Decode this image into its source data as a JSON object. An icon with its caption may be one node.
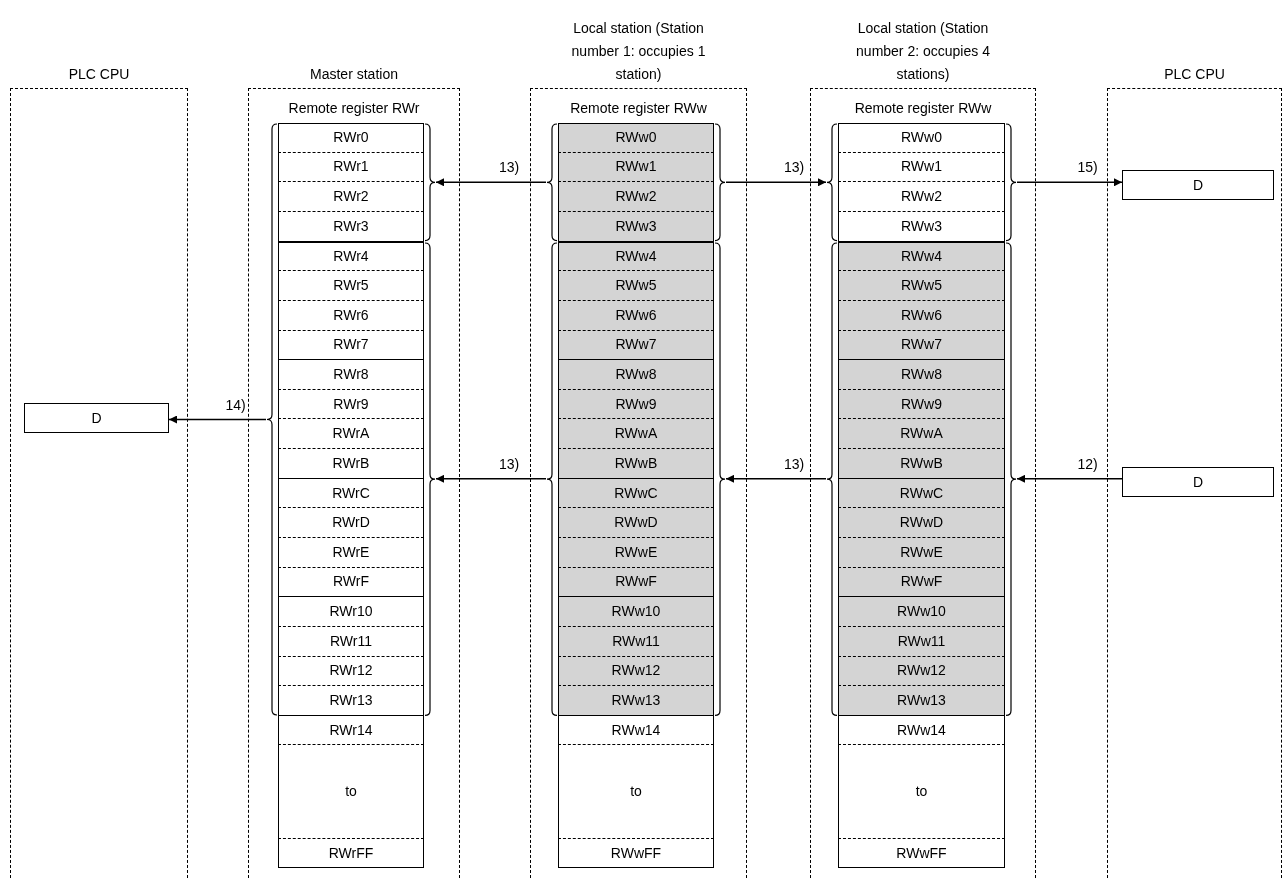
{
  "diagram": {
    "nodes": [
      {
        "text": [
          "PLC CPU"
        ]
      },
      {
        "text": [
          "D"
        ],
        "in": 0
      },
      {
        "text": [
          "Master station",
          "Remote register RWr"
        ]
      },
      {
        "text": [],
        "shape": "box",
        "in": 2
      },
      {
        "text": [
          "RWr0",
          "RWr1",
          "RWr2",
          "RWr3"
        ],
        "in": 3
      },
      {
        "text": [
          "RWr4",
          "RWr5",
          "RWr6",
          "RWr7",
          "RWr8",
          "RWr9",
          "RWrA",
          "RWrB",
          "RWrC",
          "RWrD",
          "RWrE",
          "RWrF",
          "RWr10",
          "RWr11",
          "RWr12",
          "RWr13"
        ],
        "in": 3
      },
      {
        "text": [
          "RWr14",
          "to",
          "RWrFF"
        ],
        "in": 2
      },
      {
        "text": [
          "Local station (Station number 1: occupies 1 station)",
          "Remote register RWw"
        ]
      },
      {
        "text": [
          "RWw0",
          "RWw1",
          "RWw2",
          "RWw3"
        ],
        "in": 7
      },
      {
        "text": [
          "RWw4",
          "RWw5",
          "RWw6",
          "RWw7",
          "RWw8",
          "RWw9",
          "RWwA",
          "RWwB",
          "RWwC",
          "RWwD",
          "RWwE",
          "RWwF",
          "RWw10",
          "RWw11",
          "RWw12",
          "RWw13"
        ],
        "in": 7
      },
      {
        "text": [
          "RWw14",
          "to",
          "RWwFF"
        ],
        "in": 7
      },
      {
        "text": [
          "Local station (Station number 2: occupies 4 stations)",
          "Remote register RWw"
        ]
      },
      {
        "text": [
          "RWw0",
          "RWw1",
          "RWw2",
          "RWw3"
        ],
        "in": 11
      },
      {
        "text": [
          "RWw4",
          "RWw5",
          "RWw6",
          "RWw7",
          "RWw8",
          "RWw9",
          "RWwA",
          "RWwB",
          "RWwC",
          "RWwD",
          "RWwE",
          "RWwF",
          "RWw10",
          "RWw11",
          "RWw12",
          "RWw13"
        ],
        "in": 11
      },
      {
        "text": [
          "RWw14",
          "to",
          "RWwFF"
        ],
        "in": 11
      },
      {
        "text": [
          "PLC CPU"
        ]
      },
      {
        "text": [
          "D"
        ],
        "in": 15
      },
      {
        "text": [
          "D"
        ],
        "in": 15
      }
    ],
    "edges": [
      {
        "from": 8,
        "to": 4,
        "arrow": "to",
        "label": "13)"
      },
      {
        "from": 8,
        "to": 12,
        "arrow": "to",
        "label": "13)"
      },
      {
        "from": 12,
        "to": 16,
        "arrow": "to",
        "label": "15)"
      },
      {
        "from": 3,
        "to": 1,
        "arrow": "to",
        "label": "14)"
      },
      {
        "from": 9,
        "to": 5,
        "arrow": "to",
        "label": "13)"
      },
      {
        "from": 13,
        "to": 9,
        "arrow": "to",
        "label": "13)"
      },
      {
        "from": 17,
        "to": 13,
        "arrow": "to",
        "label": "12)"
      }
    ]
  }
}
